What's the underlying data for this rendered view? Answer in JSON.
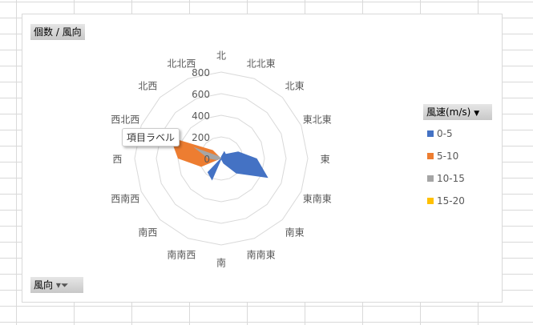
{
  "header": {
    "values_button": "個数 / 風向"
  },
  "axis_button": {
    "label": "風向"
  },
  "legend_button": {
    "label": "風速(m/s)"
  },
  "tooltip": "項目ラベル",
  "chart_data": {
    "type": "radar",
    "categories": [
      "北",
      "北北東",
      "北東",
      "東北東",
      "東",
      "東南東",
      "南東",
      "南南東",
      "南",
      "南南西",
      "南西",
      "西南西",
      "西",
      "西北西",
      "北西",
      "北北西"
    ],
    "rlim": [
      0,
      800
    ],
    "ticks": [
      "0",
      "200",
      "400",
      "600",
      "800"
    ],
    "legend_position": "right",
    "series": [
      {
        "name": "0-5",
        "color": "#4472c4",
        "values": [
          20,
          75,
          60,
          170,
          330,
          470,
          195,
          50,
          10,
          220,
          180,
          10,
          10,
          10,
          10,
          10
        ]
      },
      {
        "name": "5-10",
        "color": "#ed7d31",
        "values": [
          0,
          0,
          0,
          0,
          0,
          0,
          0,
          0,
          0,
          0,
          0,
          200,
          400,
          510,
          110,
          0
        ]
      },
      {
        "name": "10-15",
        "color": "#a5a5a5",
        "values": [
          0,
          0,
          0,
          0,
          0,
          0,
          0,
          0,
          0,
          0,
          0,
          40,
          120,
          280,
          30,
          0
        ]
      },
      {
        "name": "15-20",
        "color": "#ffc000",
        "values": [
          0,
          0,
          0,
          0,
          0,
          0,
          0,
          0,
          0,
          0,
          0,
          0,
          0,
          0,
          0,
          0
        ]
      }
    ]
  }
}
